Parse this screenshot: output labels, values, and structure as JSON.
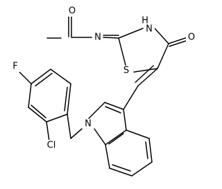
{
  "molecule": {
    "atoms": {
      "imine_n": "N",
      "ring_nh": "H",
      "ring_nh_n": "N",
      "carbonyl_o": "O",
      "acetyl_o": "O",
      "ring_s": "S",
      "indole_n": "N",
      "chlorine": "Cl",
      "fluorine": "F"
    }
  }
}
